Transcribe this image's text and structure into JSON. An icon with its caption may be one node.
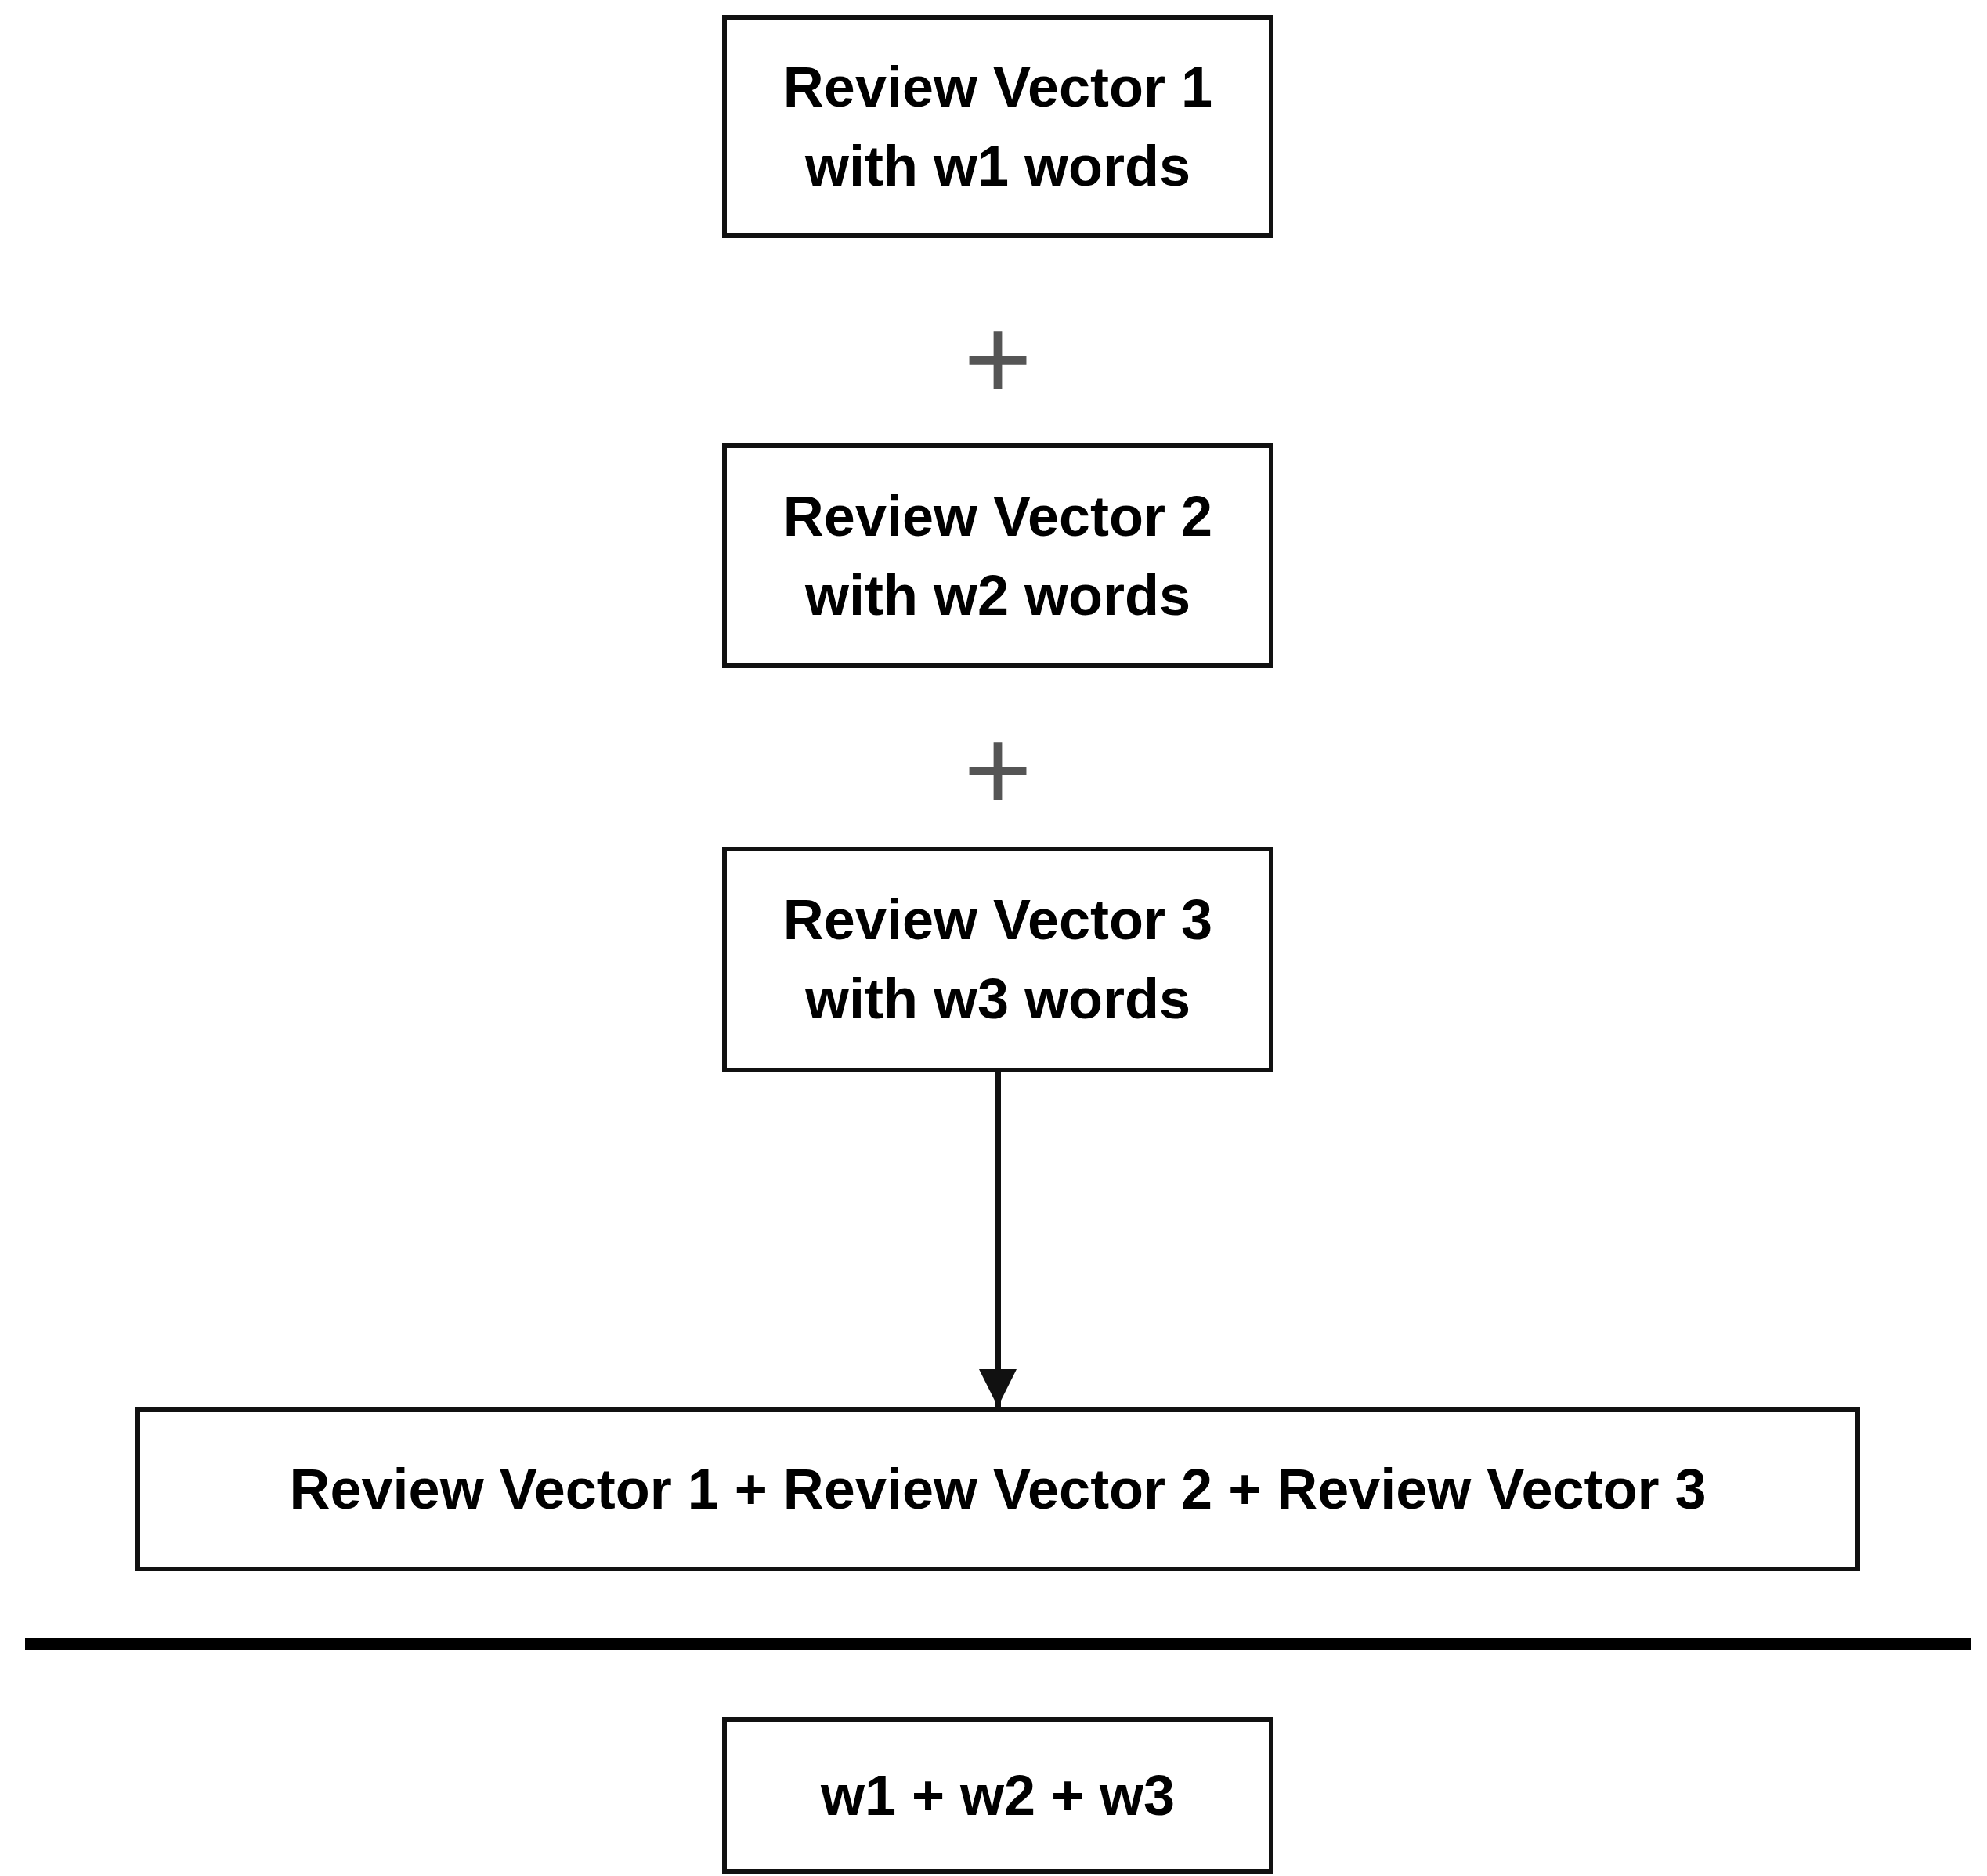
{
  "diagram": {
    "nodes": [
      {
        "text": [
          "Review Vector 1 with w1 words"
        ]
      },
      {
        "text": [
          "Review Vector 2 with w2 words"
        ]
      },
      {
        "text": [
          "Review Vector 3 with w3 words"
        ]
      },
      {
        "text": [
          "Review Vector 1 + Review Vector 2 + Review Vector 3"
        ]
      },
      {
        "text": [],
        "shape": "bar"
      },
      {
        "text": [
          "w1 + w2 + w3"
        ]
      }
    ],
    "edges": [
      {
        "from": 2,
        "to": 3,
        "arrow": "to"
      }
    ],
    "labels": [
      "+",
      "+"
    ]
  }
}
